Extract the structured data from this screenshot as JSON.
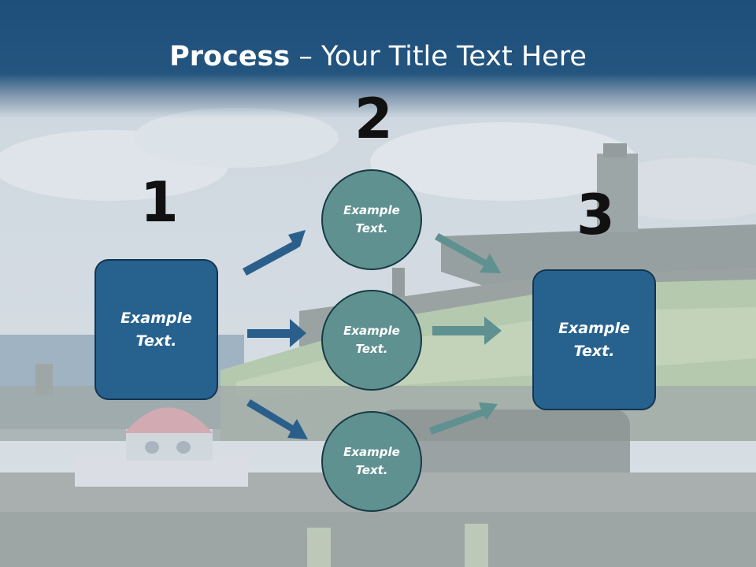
{
  "slide": {
    "title_bold": "Process",
    "title_rest": " – Your Title Text Here"
  },
  "steps": {
    "one": {
      "number": "1",
      "box_text": "Example Text."
    },
    "two": {
      "number": "2",
      "circles": [
        "Example Text.",
        "Example Text.",
        "Example Text."
      ]
    },
    "three": {
      "number": "3",
      "box_text": "Example Text."
    }
  },
  "colors": {
    "header": "#1e4f7b",
    "box_fill": "#27628f",
    "circle_fill": "#5f9190",
    "arrow_blue": "#2a5f8c",
    "arrow_teal": "#5f9190"
  }
}
